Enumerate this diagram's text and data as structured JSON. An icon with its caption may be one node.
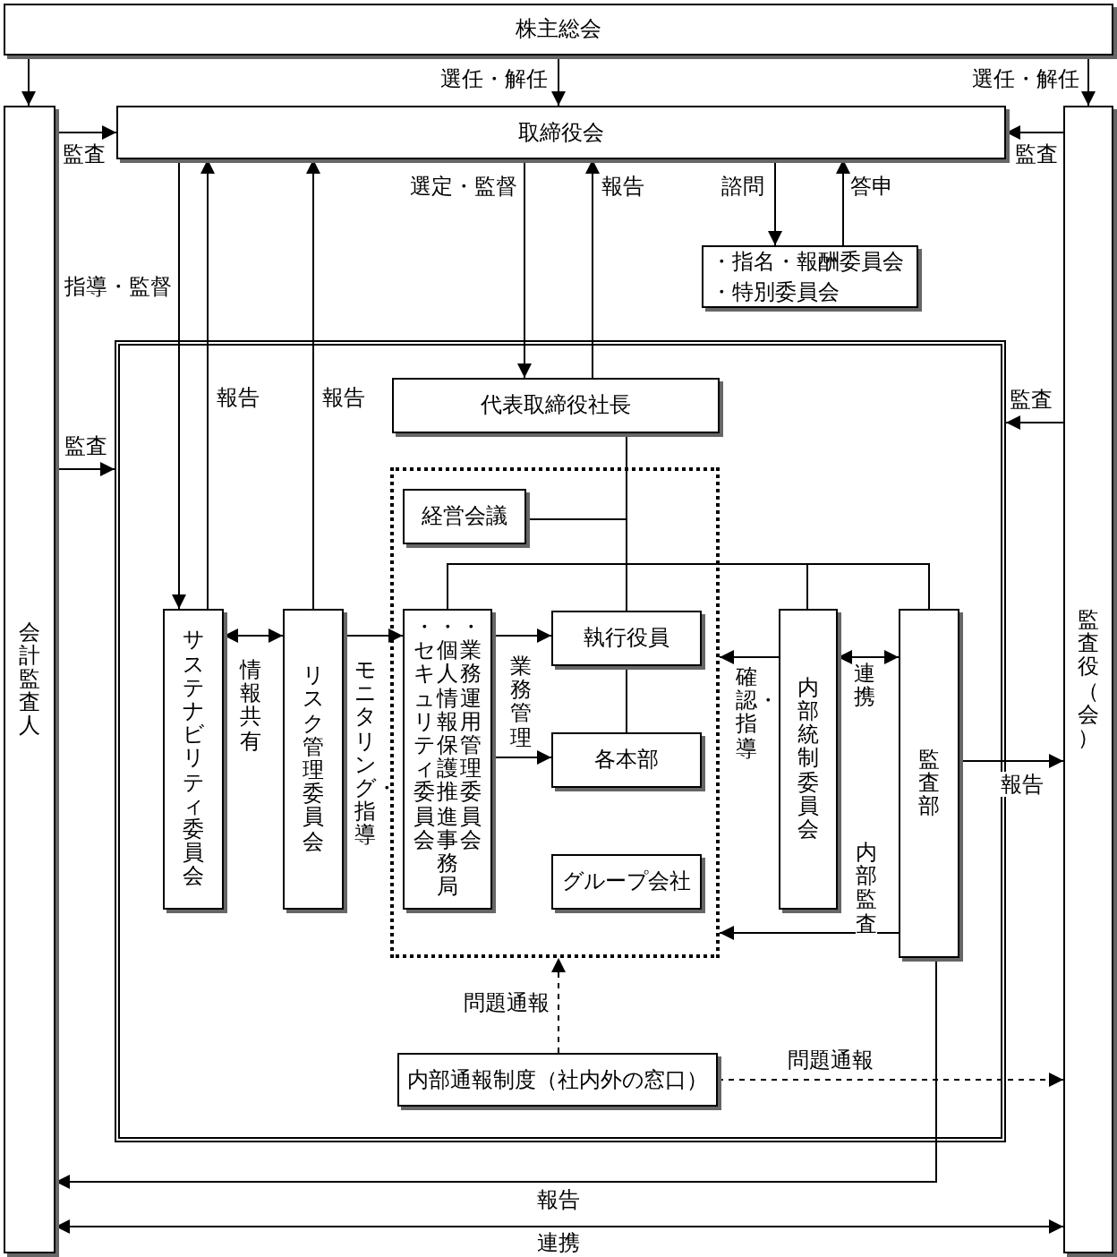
{
  "diagram": {
    "nodes": [
      {
        "text": [
          "株主総会"
        ]
      },
      {
        "text": [
          "会計監査人"
        ]
      },
      {
        "text": [
          "取締役会"
        ]
      },
      {
        "text": [
          "監査役（会）"
        ]
      },
      {
        "text": [
          "・指名・報酬委員会",
          "・特別委員会"
        ]
      },
      {
        "text": [],
        "shape": "box"
      },
      {
        "text": [
          "代表取締役社長"
        ],
        "in": 5
      },
      {
        "text": [],
        "shape": "box",
        "in": 5
      },
      {
        "text": [
          "経営会議"
        ],
        "in": 7
      },
      {
        "text": [
          "サステナビリティ委員会"
        ],
        "in": 5
      },
      {
        "text": [
          "リスク管理委員会"
        ],
        "in": 5
      },
      {
        "text": [
          "・セキュリティ委員会",
          "・個人情報保護推進事務局",
          "・業務運用管理委員会"
        ],
        "in": 7
      },
      {
        "text": [
          "執行役員"
        ],
        "in": 7
      },
      {
        "text": [
          "各本部"
        ],
        "in": 7
      },
      {
        "text": [
          "グループ会社"
        ],
        "in": 7
      },
      {
        "text": [
          "内部統制委員会"
        ],
        "in": 5
      },
      {
        "text": [
          "監査部"
        ],
        "in": 5
      },
      {
        "text": [
          "内部通報制度（社内外の窓口）"
        ],
        "in": 5
      }
    ],
    "edges": [
      {
        "from": 0,
        "to": 1,
        "arrow": "to"
      },
      {
        "from": 0,
        "to": 2,
        "arrow": "to",
        "label": "選任・解任"
      },
      {
        "from": 0,
        "to": 3,
        "arrow": "to",
        "label": "選任・解任"
      },
      {
        "from": 1,
        "to": 2,
        "arrow": "to",
        "label": "監査"
      },
      {
        "from": 3,
        "to": 2,
        "arrow": "to",
        "label": "監査"
      },
      {
        "from": 2,
        "to": 4,
        "arrow": "to",
        "label": "諮問"
      },
      {
        "from": 4,
        "to": 2,
        "arrow": "to",
        "label": "答申"
      },
      {
        "from": 2,
        "to": 6,
        "arrow": "to",
        "label": "選定・監督"
      },
      {
        "from": 6,
        "to": 2,
        "arrow": "to",
        "label": "報告"
      },
      {
        "from": 2,
        "to": 9,
        "arrow": "to",
        "label": "指導・監督"
      },
      {
        "from": 9,
        "to": 2,
        "arrow": "to",
        "label": "報告"
      },
      {
        "from": 10,
        "to": 2,
        "arrow": "to",
        "label": "報告"
      },
      {
        "from": 1,
        "to": 5,
        "arrow": "to",
        "label": "監査"
      },
      {
        "from": 3,
        "to": 5,
        "arrow": "to",
        "label": "監査"
      },
      {
        "from": 9,
        "to": 10,
        "arrow": "both",
        "label": "情報共有"
      },
      {
        "from": 10,
        "to": 11,
        "arrow": "to",
        "label": "モニタリング・指導"
      },
      {
        "from": 11,
        "to": 12,
        "arrow": "to",
        "label": "業務管理"
      },
      {
        "from": 11,
        "to": 13,
        "arrow": "to"
      },
      {
        "from": 6,
        "to": 8,
        "arrow": "none"
      },
      {
        "from": 6,
        "to": 12,
        "arrow": "none"
      },
      {
        "from": 6,
        "to": 11,
        "arrow": "none"
      },
      {
        "from": 6,
        "to": 15,
        "arrow": "none"
      },
      {
        "from": 6,
        "to": 16,
        "arrow": "none"
      },
      {
        "from": 12,
        "to": 13,
        "arrow": "none"
      },
      {
        "from": 15,
        "to": 7,
        "arrow": "to",
        "label": "確認・指導"
      },
      {
        "from": 15,
        "to": 16,
        "arrow": "both",
        "label": "連携"
      },
      {
        "from": 16,
        "to": 7,
        "arrow": "to",
        "label": "内部監査"
      },
      {
        "from": 16,
        "to": 3,
        "arrow": "to",
        "label": "報告"
      },
      {
        "from": 17,
        "to": 7,
        "arrow": "to",
        "label": "問題通報",
        "style": "dashed"
      },
      {
        "from": 17,
        "to": 3,
        "arrow": "to",
        "label": "問題通報",
        "style": "dashed"
      },
      {
        "from": 16,
        "to": 1,
        "arrow": "to",
        "label": "報告"
      },
      {
        "from": 1,
        "to": 3,
        "arrow": "both",
        "label": "連携"
      }
    ]
  }
}
